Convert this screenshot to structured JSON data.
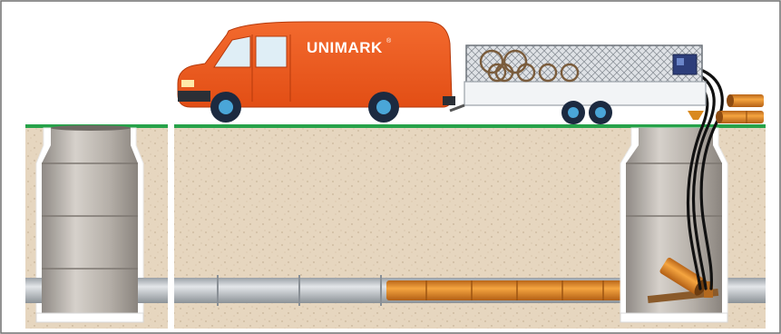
{
  "van": {
    "brand": "UNIMARK",
    "trademark": "®",
    "body_color": "#f05a1e"
  },
  "colors": {
    "soil": "#e6d6bf",
    "grass": "#27a24a",
    "sky": "#ffffff",
    "host_pipe": "#c8ccd0",
    "liner_pipe": "#e9902a",
    "manhole": "#bab4ad",
    "trailer": "#f2f4f6",
    "wheel": "#1c2a40"
  },
  "icons": [
    "van",
    "trailer",
    "pipe-coils",
    "manhole",
    "sewer-pipe",
    "liner-pipe",
    "winch",
    "hoses"
  ]
}
